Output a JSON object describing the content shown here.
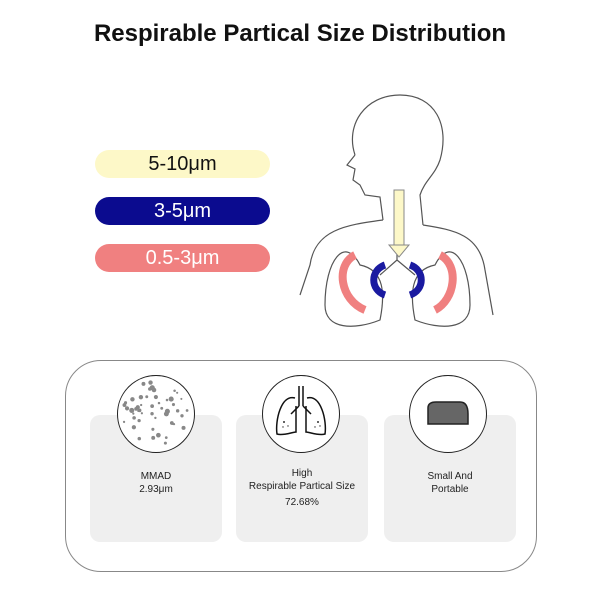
{
  "title": "Respirable Partical Size Distribution",
  "legend": [
    {
      "label": "5-10μm",
      "color": "#fdf8c8",
      "text_color": "#111"
    },
    {
      "label": "3-5μm",
      "color": "#0b0b8f",
      "text_color": "#fff"
    },
    {
      "label": "0.5-3μm",
      "color": "#f08080",
      "text_color": "#fff"
    }
  ],
  "features": [
    {
      "icon": "particles-icon",
      "lines": [
        "MMAD",
        "2.93μm"
      ]
    },
    {
      "icon": "lungs-icon",
      "lines": [
        "High",
        "Respirable Partical Size",
        "72.68%"
      ]
    },
    {
      "icon": "device-icon",
      "lines": [
        "Small And",
        "Portable"
      ]
    }
  ]
}
